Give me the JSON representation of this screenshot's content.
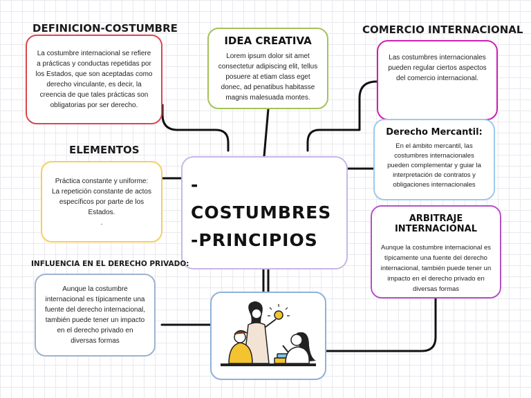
{
  "center": {
    "title": "-COSTUMBRES\n-PRINCIPIOS"
  },
  "definicion": {
    "heading": "DEFINICION-COSTUMBRE",
    "text": "La costumbre internacional se refiere a prácticas y conductas repetidas por los Estados, que son aceptadas como derecho vinculante, es decir, la creencia de que tales prácticas son obligatorias por ser derecho."
  },
  "idea": {
    "heading": "IDEA CREATIVA",
    "text": "Lorem ipsum dolor sit amet consectetur adipiscing elit, tellus posuere at etiam class eget donec, ad penatibus habitasse magnis malesuada montes."
  },
  "comercio": {
    "heading": "COMERCIO INTERNACIONAL",
    "text": "Las costumbres internacionales pueden regular ciertos aspectos del comercio internacional."
  },
  "mercantil": {
    "heading": "Derecho Mercantil:",
    "text": "En el ámbito mercantil, las costumbres internacionales pueden complementar y guiar la interpretación de contratos y obligaciones internacionales"
  },
  "elementos": {
    "heading": "ELEMENTOS",
    "text": "Práctica constante y uniforme:\nLa repetición constante de actos específicos por parte de los Estados.\n."
  },
  "arbitraje": {
    "heading": "ARBITRAJE INTERNACIONAL",
    "text": "Aunque la costumbre internacional es típicamente una fuente del derecho internacional, también puede tener un impacto en el derecho privado en diversas formas"
  },
  "influencia": {
    "heading": "INFLUENCIA EN EL DERECHO PRIVADO:",
    "text": "Aunque la costumbre internacional es típicamente una fuente del derecho internacional, también puede tener un impacto en el derecho privado en diversas formas"
  },
  "colors": {
    "definicion": "#d9454f",
    "idea": "#a3c25a",
    "comercio": "#cc1fb5",
    "mercantil": "#9cc9ec",
    "elementos": "#f3cf5c",
    "center": "#c6b6e8",
    "arbitraje": "#b54fc8",
    "influencia": "#9bb3cd",
    "illustration": "#8fb0d9",
    "connector": "#111111"
  },
  "illustration": {
    "icon": "people-studying-illustration"
  }
}
